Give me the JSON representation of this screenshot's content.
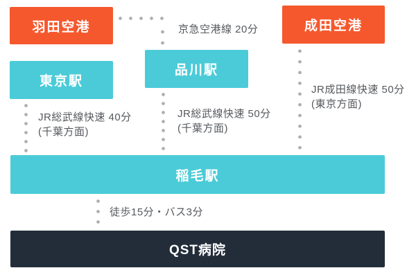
{
  "diagram": {
    "type": "transit-access-diagram",
    "nodes": [
      {
        "id": "haneda-airport",
        "label": "羽田空港",
        "type": "airport"
      },
      {
        "id": "narita-airport",
        "label": "成田空港",
        "type": "airport"
      },
      {
        "id": "shinagawa-station",
        "label": "品川駅",
        "type": "station"
      },
      {
        "id": "tokyo-station",
        "label": "東京駅",
        "type": "station"
      },
      {
        "id": "inage-station",
        "label": "稲毛駅",
        "type": "station"
      },
      {
        "id": "qst-hospital",
        "label": "QST病院",
        "type": "destination"
      }
    ],
    "routes": [
      {
        "from": "羽田空港",
        "to": "品川駅",
        "label": "京急空港線 20分"
      },
      {
        "from": "東京駅",
        "to": "稲毛駅",
        "label": "JR総武線快速 40分",
        "note": "(千葉方面)"
      },
      {
        "from": "品川駅",
        "to": "稲毛駅",
        "label": "JR総武線快速 50分",
        "note": "(千葉方面)"
      },
      {
        "from": "成田空港",
        "to": "稲毛駅",
        "label": "JR成田線快速 50分",
        "note": "(東京方面)"
      },
      {
        "from": "稲毛駅",
        "to": "QST病院",
        "label": "徒歩15分・バス3分"
      }
    ],
    "colors": {
      "airport_box": "#f5582d",
      "station_box": "#4bcbd8",
      "destination_box": "#232d3a",
      "connector_dots": "#b0b0b4",
      "route_text": "#55585c",
      "node_text": "#ffffff"
    }
  }
}
